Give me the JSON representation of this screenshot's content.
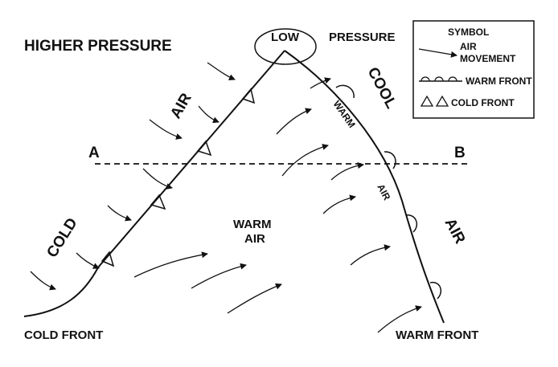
{
  "labels": {
    "higher_pressure": "HIGHER PRESSURE",
    "low": "LOW",
    "pressure": "PRESSURE",
    "cool": "COOL",
    "air_right": "AIR",
    "air_left": "AIR",
    "cold": "COLD",
    "warm_on_front": "WARM",
    "air_on_front": "AIR",
    "warm_air_1": "WARM",
    "warm_air_2": "AIR",
    "point_a": "A",
    "point_b": "B",
    "cold_front": "COLD FRONT",
    "warm_front": "WARM FRONT"
  },
  "legend": {
    "symbol_title": "SYMBOL",
    "air_label_1": "AIR",
    "air_label_2": "MOVEMENT",
    "warm_front": "WARM FRONT",
    "cold_front": "COLD FRONT"
  },
  "colors": {
    "ink": "#111111",
    "background": "#ffffff"
  }
}
